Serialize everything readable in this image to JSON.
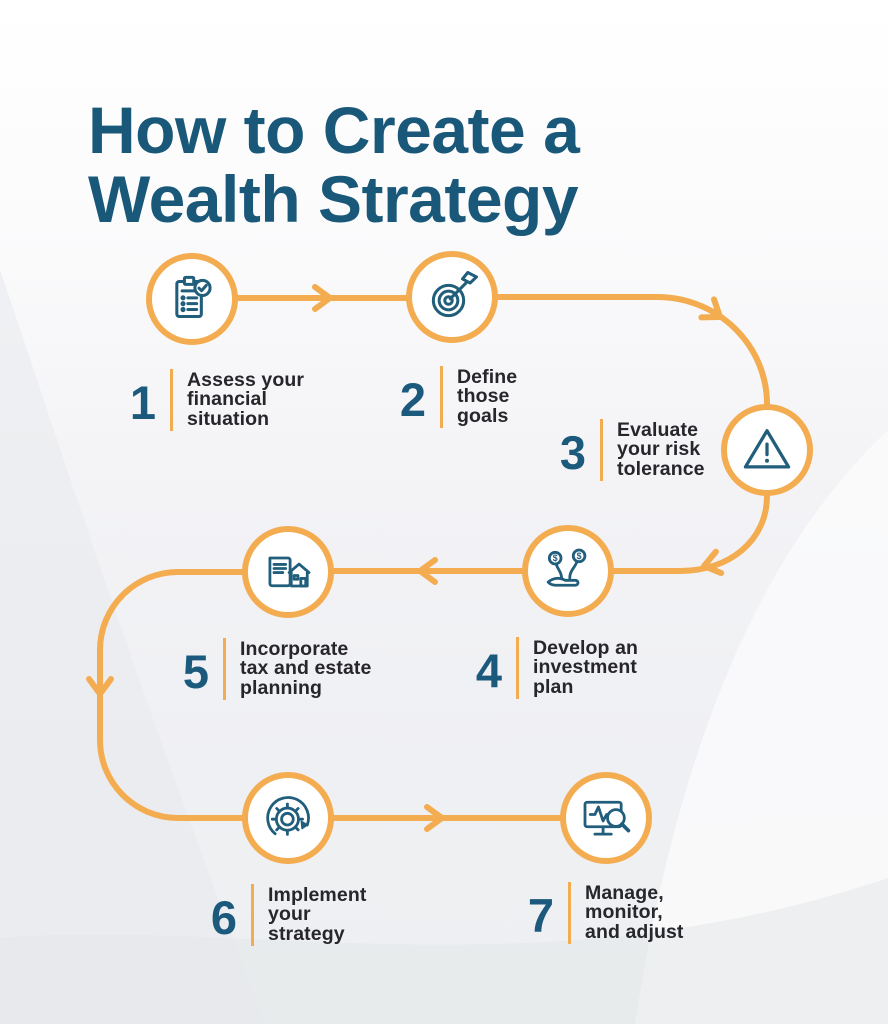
{
  "title": "How to Create a\nWealth Strategy",
  "colors": {
    "accent_orange": "#F4AC51",
    "title_teal": "#1A587A",
    "number_teal": "#1B5A7C",
    "icon_teal": "#215E7C",
    "label_dark": "#26262B"
  },
  "steps": [
    {
      "number": "1",
      "label": "Assess your\nfinancial\nsituation",
      "icon": "clipboard-check-icon"
    },
    {
      "number": "2",
      "label": "Define\nthose\ngoals",
      "icon": "target-dart-icon"
    },
    {
      "number": "3",
      "label": "Evaluate\nyour risk\ntolerance",
      "icon": "warning-triangle-icon"
    },
    {
      "number": "4",
      "label": "Develop an\ninvestment\nplan",
      "icon": "money-plant-hand-icon"
    },
    {
      "number": "5",
      "label": "Incorporate\ntax and estate\nplanning",
      "icon": "document-house-icon"
    },
    {
      "number": "6",
      "label": "Implement\nyour\nstrategy",
      "icon": "gear-refresh-icon"
    },
    {
      "number": "7",
      "label": "Manage,\nmonitor,\nand adjust",
      "icon": "monitor-search-icon"
    }
  ]
}
